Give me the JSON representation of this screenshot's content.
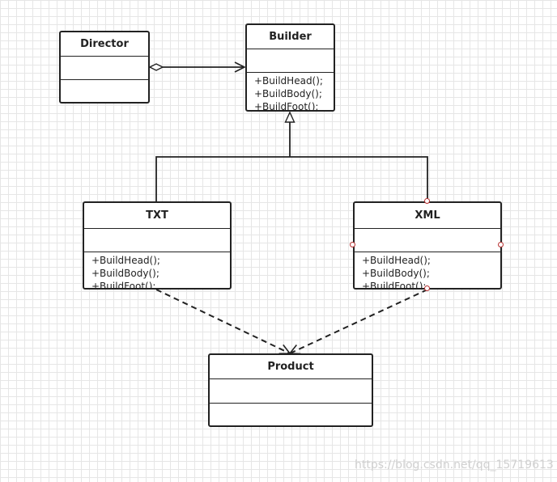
{
  "classes": {
    "director": {
      "name": "Director",
      "operations": []
    },
    "builder": {
      "name": "Builder",
      "operations": [
        "+BuildHead();",
        "+BuildBody();",
        "+BuildFoot();"
      ]
    },
    "txt": {
      "name": "TXT",
      "operations": [
        "+BuildHead();",
        "+BuildBody();",
        "+BuildFoot();"
      ]
    },
    "xml": {
      "name": "XML",
      "operations": [
        "+BuildHead();",
        "+BuildBody();",
        "+BuildFoot();"
      ]
    },
    "product": {
      "name": "Product",
      "operations": []
    }
  },
  "relationships": [
    {
      "type": "aggregation",
      "from": "Director",
      "to": "Builder"
    },
    {
      "type": "generalization",
      "from": "TXT",
      "to": "Builder"
    },
    {
      "type": "generalization",
      "from": "XML",
      "to": "Builder"
    },
    {
      "type": "dependency",
      "from": "TXT",
      "to": "Product"
    },
    {
      "type": "dependency",
      "from": "XML",
      "to": "Product"
    }
  ],
  "selected_class": "XML",
  "colors": {
    "line": "#222222",
    "grid": "#e6e6e6",
    "selection_handle": "#b83232",
    "watermark": "#d0d0d0"
  },
  "watermark": "https://blog.csdn.net/qq_15719613"
}
